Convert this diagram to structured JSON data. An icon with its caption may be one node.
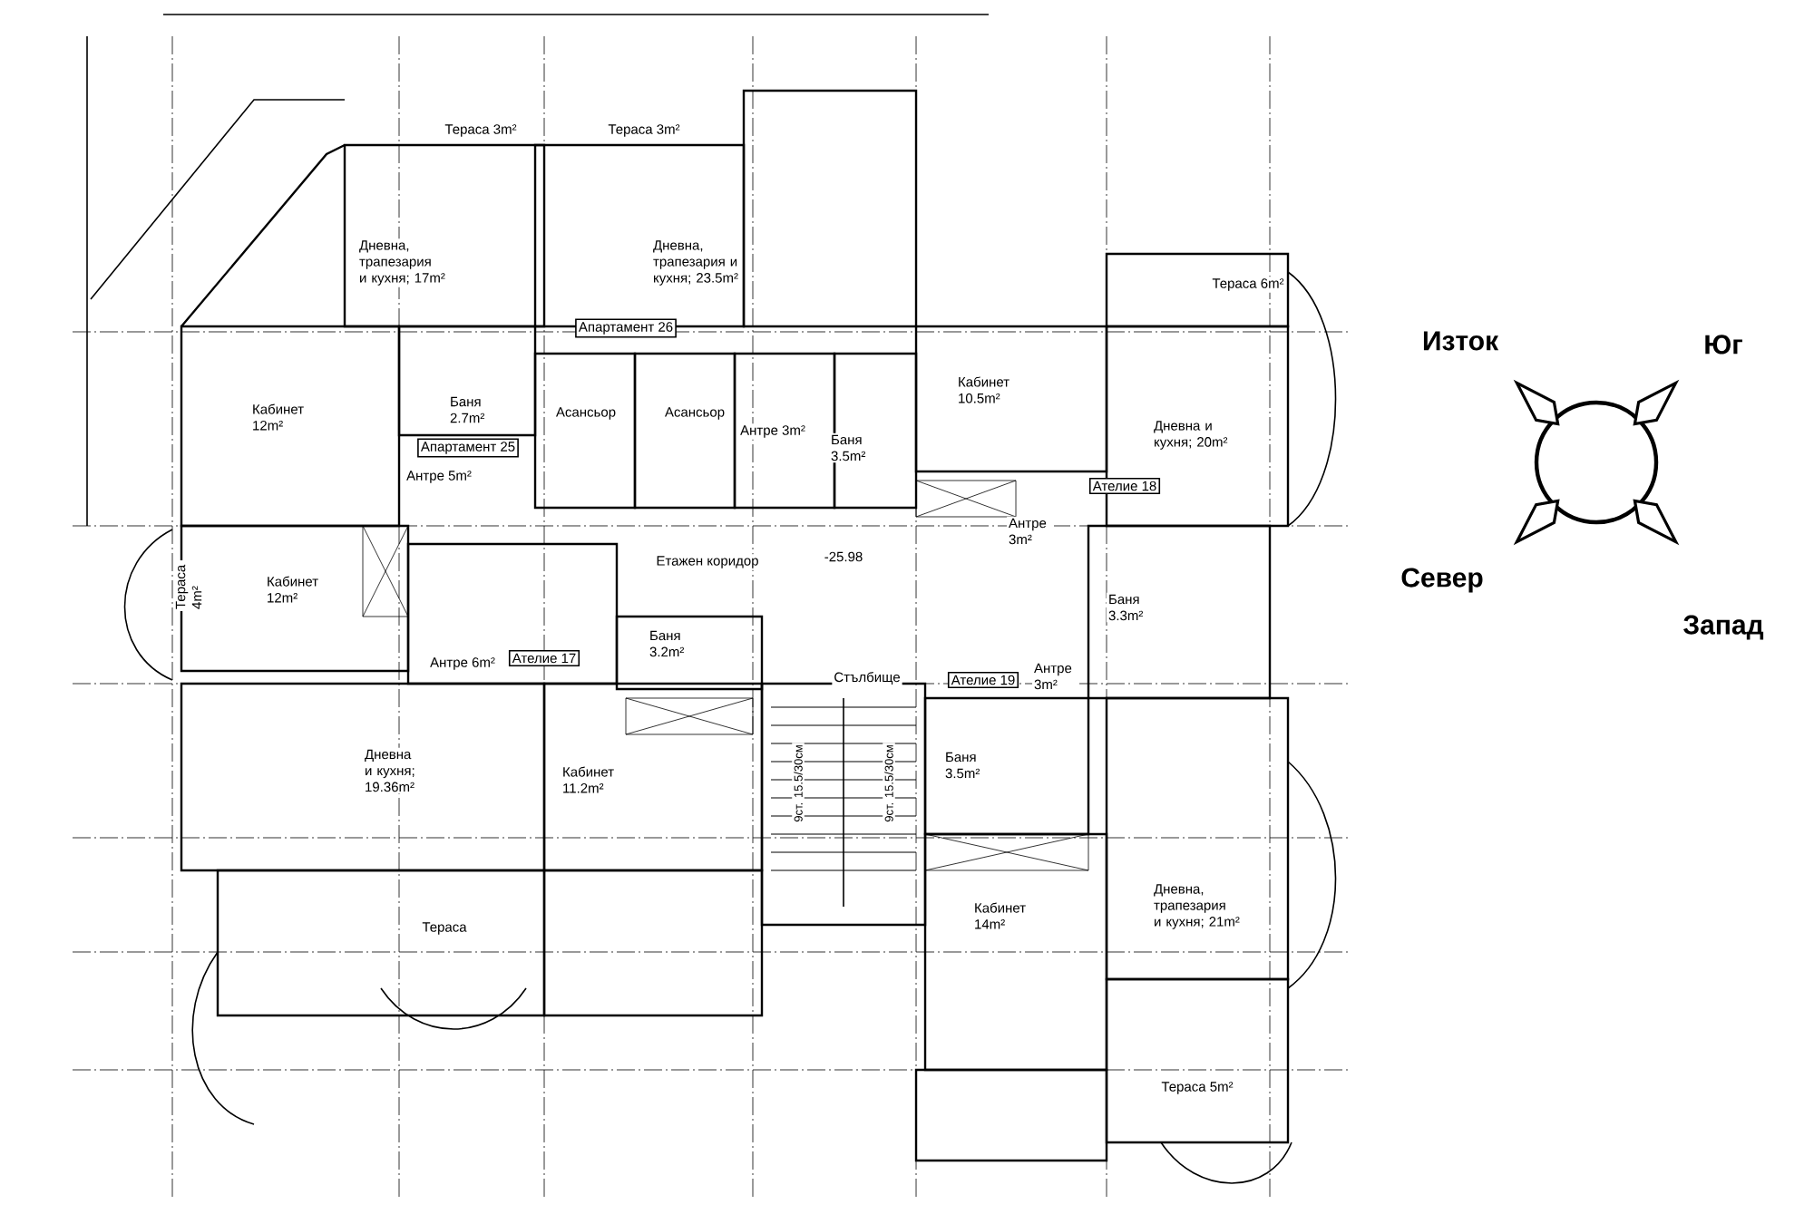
{
  "diagram": {
    "nodes": [
      {
        "text": [
          "Апартамент 26"
        ]
      },
      {
        "text": [
          "Апартамент 25"
        ]
      },
      {
        "text": [
          "Ателие 18"
        ]
      },
      {
        "text": [
          "Ателие 17"
        ]
      },
      {
        "text": [
          "Ателие 19"
        ]
      }
    ],
    "labels": [
      "Тераса 3m²",
      "Тераса 3m²",
      "Дневна, трапезария и кухня; 17m²",
      "Дневна, трапезария и кухня; 23.5m²",
      "Тераса 6m²",
      "Кабинет 12m²",
      "Баня 2.7m²",
      "Асансьор",
      "Асансьор",
      "Антре 3m²",
      "Баня 3.5m²",
      "Кабинет 10.5m²",
      "Дневна и кухня; 20m²",
      "Антре 5m²",
      "Антре 3m²",
      "Етажен коридор",
      "-25.98",
      "Тераса 4m²",
      "Кабинет 12m²",
      "Баня 3.3m²",
      "Антре 6m²",
      "Баня 3.2m²",
      "Стълбище",
      "Антре 3m²",
      "Дневна и кухня; 19.36m²",
      "Кабинет 11.2m²",
      "Баня 3.5m²",
      "9ст. 15.5/30см",
      "9ст. 15.5/30см",
      "Тераса",
      "Кабинет 14m²",
      "Дневна, трапезария и кухня; 21m²",
      "Тераса 5m²",
      "Изток",
      "Юг",
      "Север",
      "Запад"
    ]
  }
}
